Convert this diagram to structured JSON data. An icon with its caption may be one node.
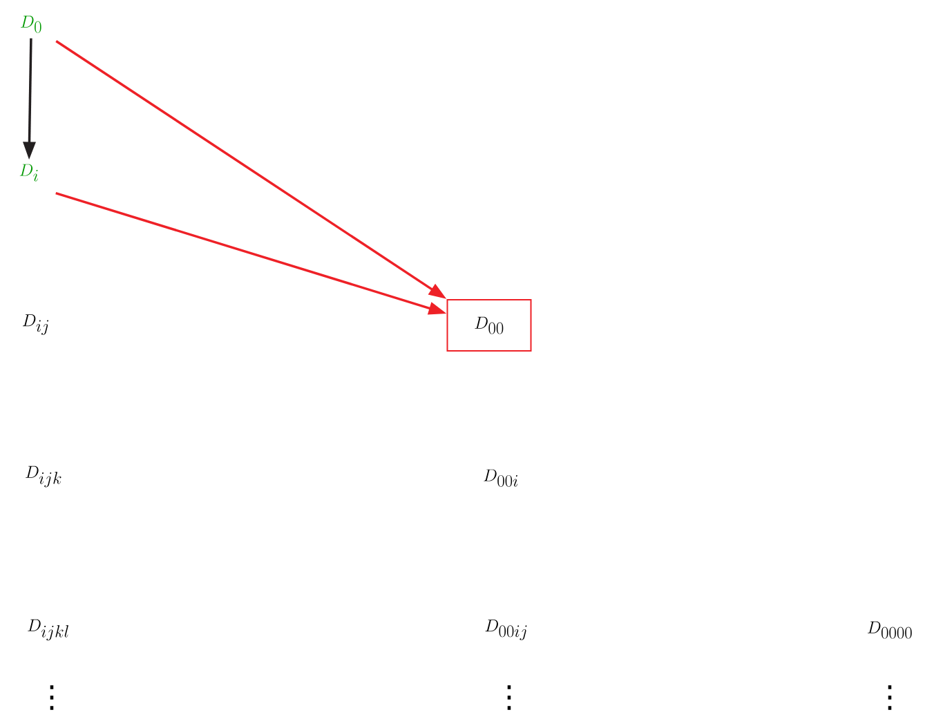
{
  "diagram": {
    "nodes": [
      {
        "text": [
          "D_{0}"
        ]
      },
      {
        "text": [
          "D_{i}"
        ]
      },
      {
        "text": [
          "D_{ij}"
        ]
      },
      {
        "text": [
          "D_{ijk}"
        ]
      },
      {
        "text": [
          "D_{ijkl}"
        ]
      },
      {
        "text": [
          "D_{00}"
        ]
      },
      {
        "text": [
          "D_{00i}"
        ]
      },
      {
        "text": [
          "D_{00ij}"
        ]
      },
      {
        "text": [
          "D_{0000}"
        ]
      }
    ],
    "edges": [
      {
        "from": 0,
        "to": 1,
        "arrow": "to",
        "color": "#231f20"
      },
      {
        "from": 0,
        "to": 5,
        "arrow": "to"
      },
      {
        "from": 1,
        "to": 5,
        "arrow": "to"
      }
    ],
    "labels": [
      "⋮",
      "⋮",
      "⋮"
    ]
  }
}
